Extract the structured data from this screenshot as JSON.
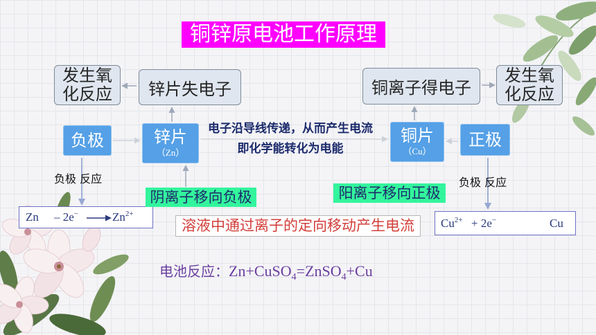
{
  "slide": {
    "title": "铜锌原电池工作原理"
  },
  "anode_side": {
    "oxidation_box": "发生氧化反应",
    "zinc_loses_electrons": "锌片失电子",
    "electrode_label": "负极",
    "plate": {
      "name": "锌片",
      "symbol": "（Zn）"
    },
    "reaction_label": "负极 反应",
    "half_reaction": {
      "reactant": "Zn",
      "electrons": "– 2e",
      "electron_charge": "−",
      "product": "Zn",
      "product_charge": "2+"
    },
    "ion_migration": "阴离子移向负极"
  },
  "external_circuit": {
    "line1": "电子沿导线传递，从而产生电流",
    "line2": "即化学能转化为电能"
  },
  "cathode_side": {
    "copper_ions_gain_electrons": "铜离子得电子",
    "oxidation_box": "发生氧化反应",
    "electrode_label": "正极",
    "plate": {
      "name": "铜片",
      "symbol": "（Cu）"
    },
    "reaction_label": "负极 反应",
    "half_reaction": {
      "reactant": "Cu",
      "reactant_charge": "2+",
      "electrons": "+ 2e",
      "electron_charge": "−",
      "product": "Cu"
    },
    "ion_migration": "阳离子移向正极"
  },
  "solution_current": "溶液中通过离子的定向移动产生电流",
  "cell_reaction": {
    "label": "电池反应：",
    "part1": "Zn+CuSO",
    "sub1": "4",
    "part2": "=ZnSO",
    "sub2": "4",
    "part3": "+Cu"
  },
  "colors": {
    "title_background": "#ff00ff",
    "title_text": "#ffffff",
    "light_box_fill": "#dfe6ef",
    "electrode_blue": "#55a0e6",
    "ion_label_green": "#33f59d",
    "solution_text_red": "#d23f3a",
    "cell_reaction_purple": "#6b3fa0",
    "circuit_text_navy": "#1b2a6b",
    "half_reaction_ink": "#2b3a7d"
  }
}
